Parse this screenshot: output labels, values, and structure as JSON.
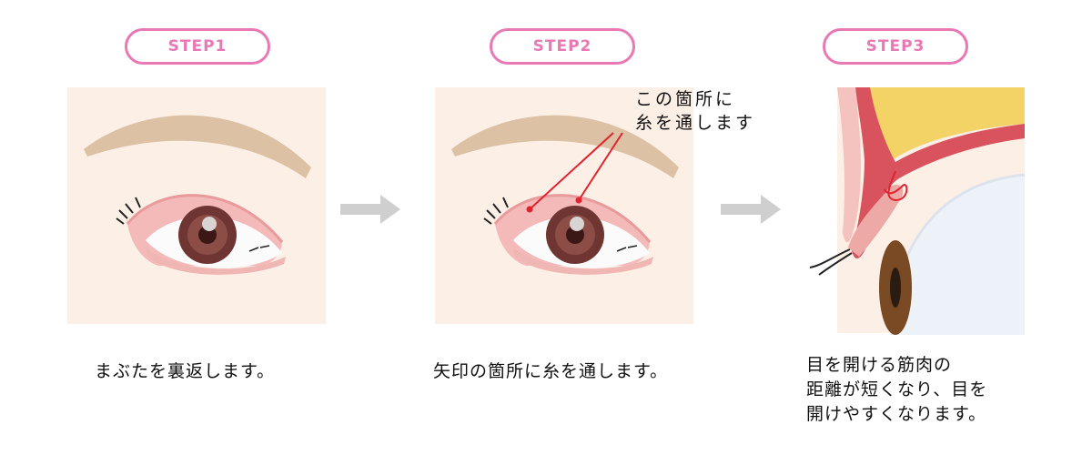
{
  "steps": [
    {
      "badge": "STEP1",
      "caption": "まぶたを裏返します。"
    },
    {
      "badge": "STEP2",
      "caption": "矢印の箇所に糸を通します。",
      "callout": [
        "この箇所に",
        "糸を通します"
      ]
    },
    {
      "badge": "STEP3",
      "caption": [
        "目を開ける筋肉の",
        "距離が短くなり、目を",
        "開けやすくなります。"
      ]
    }
  ],
  "colors": {
    "badge": "#e879b5",
    "panel_bg": "#fcefe6",
    "eyebrow": "#dcc1a5",
    "inner_lid": "#f2b0b0",
    "iris": "#6e3532",
    "thread": "#e2222f",
    "muscle": "#d9535e",
    "fat": "#f3d366",
    "eyeball": "#edf2f8",
    "arrow": "#cfcfcf"
  },
  "icons": [
    "right-arrow-icon",
    "right-arrow-icon"
  ]
}
